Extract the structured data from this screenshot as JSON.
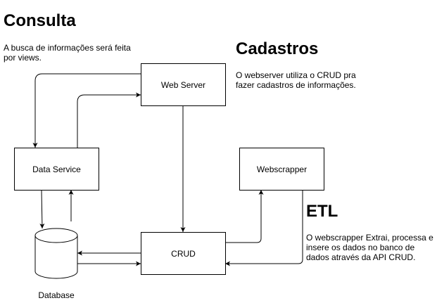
{
  "sections": {
    "consulta": {
      "title": "Consulta",
      "lines": [
        "A busca de informações será feita",
        "por views."
      ]
    },
    "cadastros": {
      "title": "Cadastros",
      "lines": [
        "O webserver utiliza o CRUD pra",
        "fazer cadastros de informações."
      ]
    },
    "etl": {
      "title": "ETL",
      "lines": [
        "O webscrapper Extrai, processa e",
        "insere os dados no banco de",
        "dados através da API CRUD."
      ]
    }
  },
  "nodes": {
    "web_server": "Web Server",
    "data_service": "Data Service",
    "webscrapper": "Webscrapper",
    "crud": "CRUD",
    "database": "Database"
  },
  "colors": {
    "stroke": "#000000",
    "fill": "#ffffff"
  }
}
